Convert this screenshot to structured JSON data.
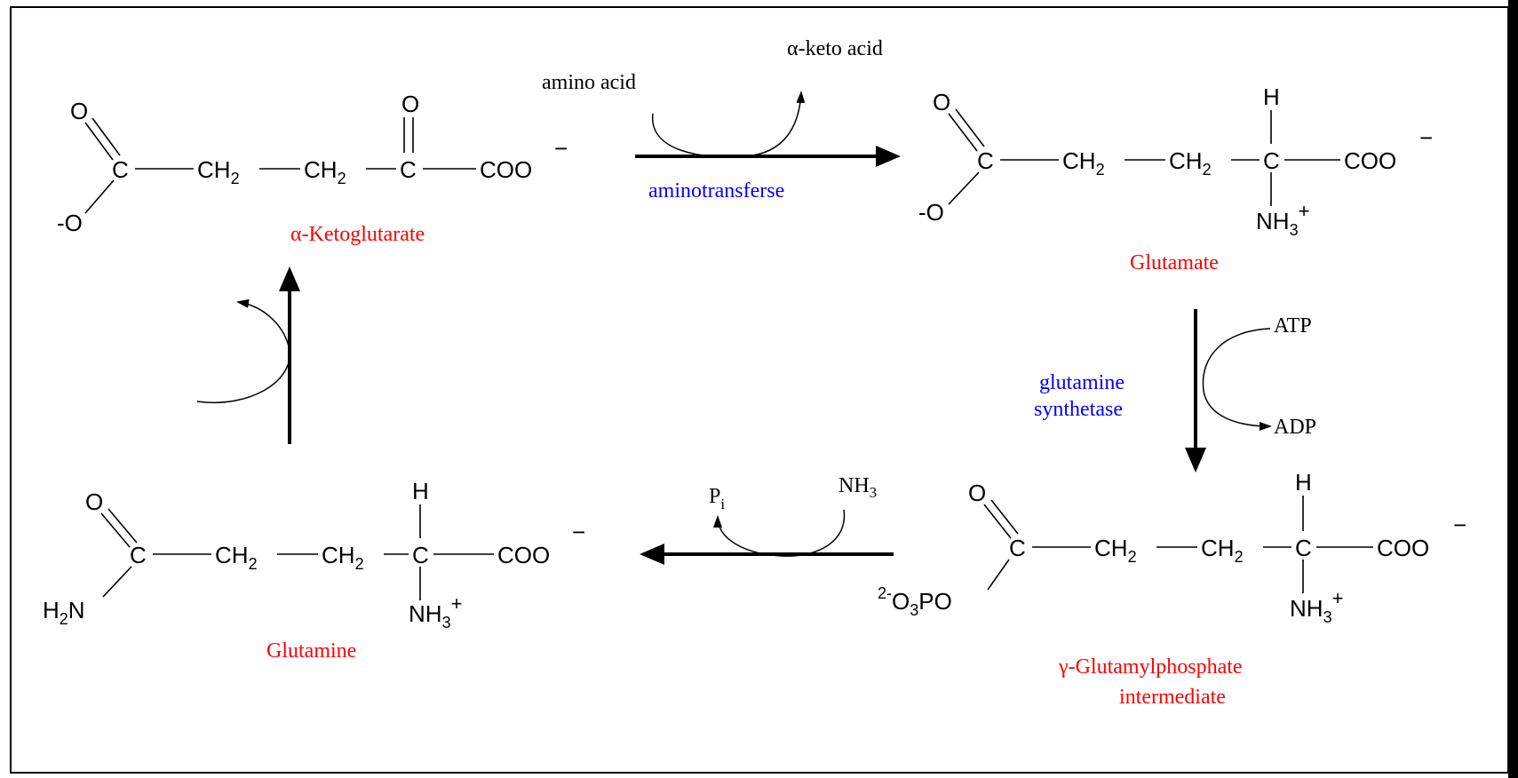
{
  "colors": {
    "compound": "#ff0000",
    "enzyme": "#0000ff",
    "phosphate": "#ff00ff",
    "ink": "#000000"
  },
  "alpha_kg": {
    "name": "α-Ketoglutarate",
    "o_top": "O",
    "c_left": "C",
    "o_minus": "-O",
    "ch2_a": "CH",
    "ch2_b": "CH",
    "sub2": "2",
    "o_keto": "O",
    "c_keto": "C",
    "coo": "COO",
    "charge": "−"
  },
  "step1": {
    "amino_acid": "amino acid",
    "keto_acid": "α-keto acid",
    "enzyme": "aminotransferse"
  },
  "glutamate": {
    "name": "Glutamate",
    "o_top": "O",
    "c_left": "C",
    "o_minus": "-O",
    "ch2_a": "CH",
    "ch2_b": "CH",
    "sub2": "2",
    "h": "H",
    "c_alpha": "C",
    "coo": "COO",
    "charge": "−",
    "nh": "NH",
    "sub3": "3",
    "plus": "+"
  },
  "step2": {
    "enzyme_line1": "glutamine",
    "enzyme_line2": "synthetase",
    "atp": "ATP",
    "adp": "ADP"
  },
  "gamma": {
    "name_line1": "γ-Glutamylphosphate",
    "name_line2": "intermediate",
    "o_top": "O",
    "c_left": "C",
    "phos_sup": "2-",
    "phos_o": "O",
    "phos_sub": "3",
    "phos_po": "PO",
    "ch2_a": "CH",
    "ch2_b": "CH",
    "sub2": "2",
    "h": "H",
    "c_alpha": "C",
    "coo": "COO",
    "charge": "−",
    "nh": "NH",
    "sub3": "3",
    "plus": "+"
  },
  "step3": {
    "nh3": "NH",
    "nh3_sub": "3",
    "pi": "P",
    "pi_sub": "i"
  },
  "glutamine": {
    "name": "Glutamine",
    "o_top": "O",
    "c_left": "C",
    "h2n": "H",
    "h2n_sub": "2",
    "h2n_n": "N",
    "ch2_a": "CH",
    "ch2_b": "CH",
    "sub2": "2",
    "h": "H",
    "c_alpha": "C",
    "coo": "COO",
    "charge": "−",
    "nh": "NH",
    "sub3": "3",
    "plus": "+"
  }
}
